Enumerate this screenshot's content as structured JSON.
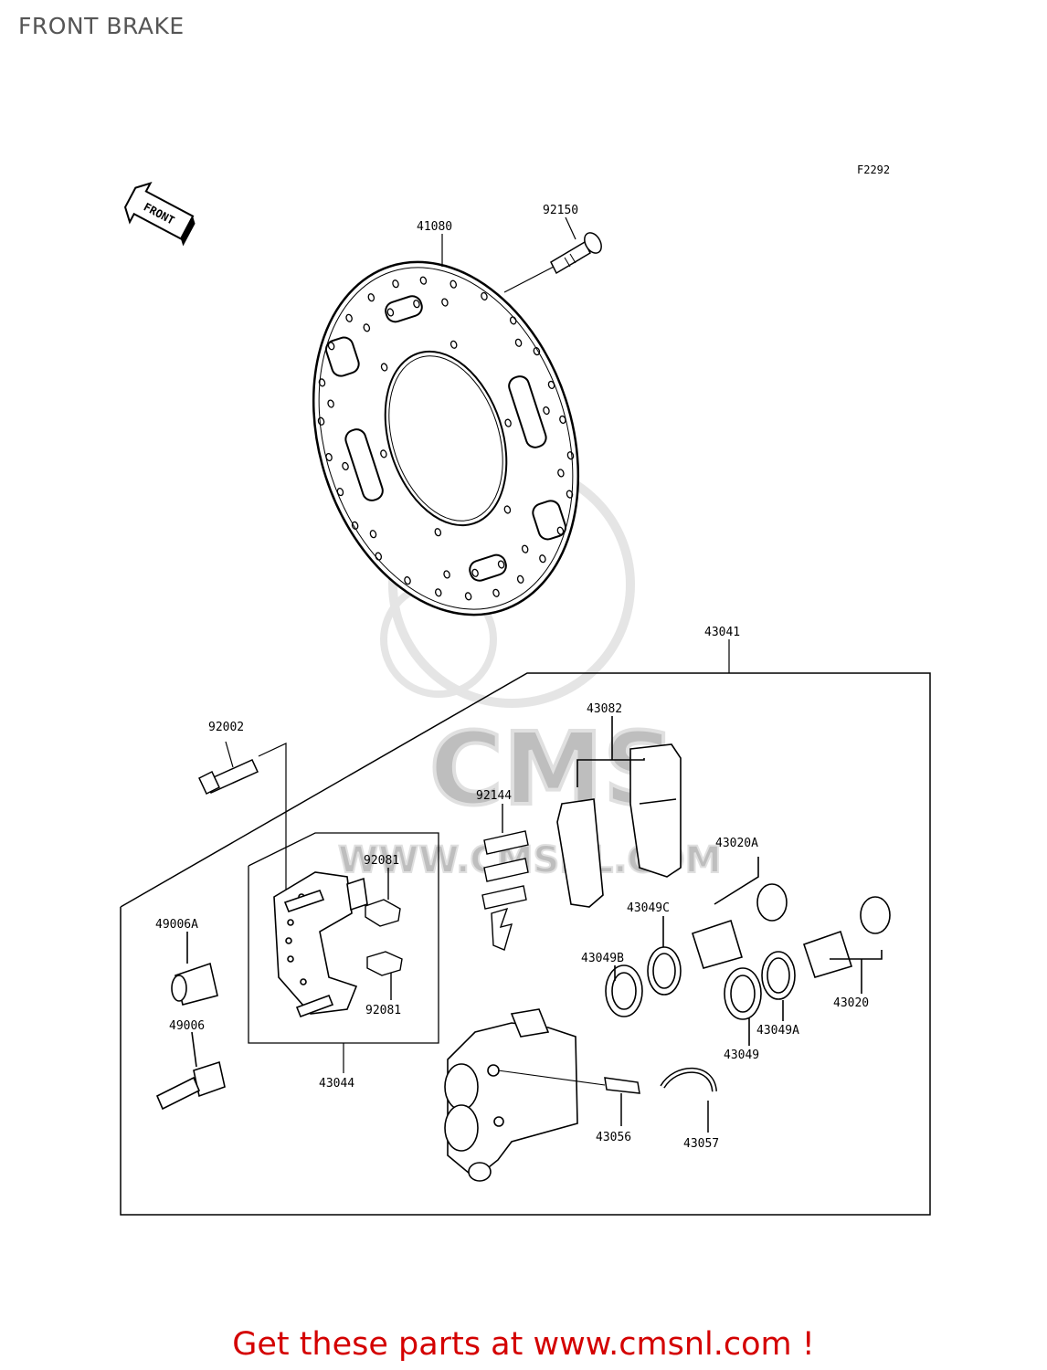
{
  "page": {
    "title": "FRONT BRAKE",
    "footer_text": "Get these parts at www.cmsnl.com !",
    "watermark_text": "WWW.CMSNL.COM",
    "watermark_logo": "CMS"
  },
  "diagram": {
    "figure_code": "F2292",
    "front_arrow": "FRONT",
    "parts": [
      {
        "number": "41080"
      },
      {
        "number": "92150"
      },
      {
        "number": "43041"
      },
      {
        "number": "92002"
      },
      {
        "number": "43082"
      },
      {
        "number": "92144"
      },
      {
        "number": "92081"
      },
      {
        "number": "92081"
      },
      {
        "number": "43020A"
      },
      {
        "number": "49006A"
      },
      {
        "number": "43049C"
      },
      {
        "number": "43049B"
      },
      {
        "number": "43020"
      },
      {
        "number": "43049A"
      },
      {
        "number": "49006"
      },
      {
        "number": "43049"
      },
      {
        "number": "43044"
      },
      {
        "number": "43056"
      },
      {
        "number": "43057"
      }
    ]
  },
  "colors": {
    "footer": "#d40000",
    "title": "#555555",
    "line": "#000000",
    "watermark": "#cccccc"
  }
}
